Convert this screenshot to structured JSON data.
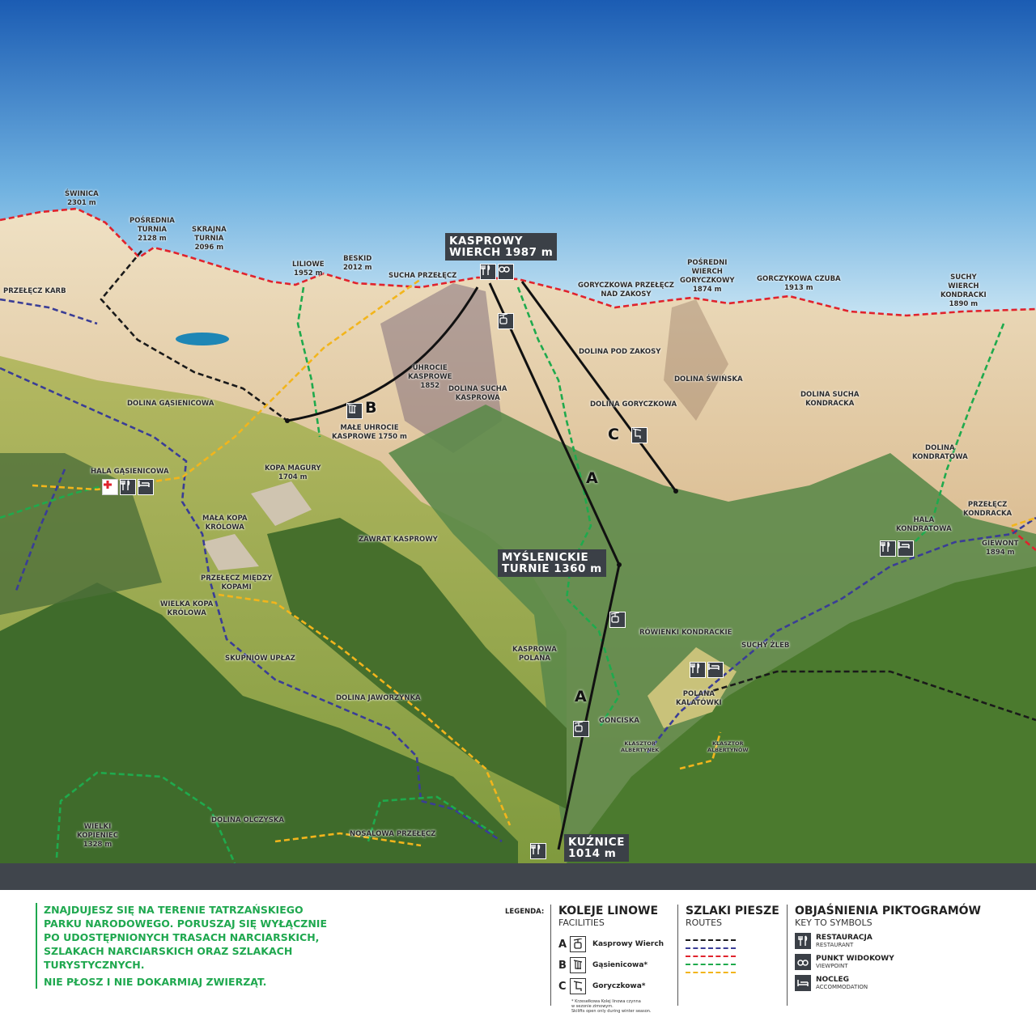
{
  "colors": {
    "sky_top": "#1b5cb3",
    "sky_bottom": "#cfe8f5",
    "rock": "#dcbc8c",
    "meadow": "#9db055",
    "forest": "#3f6b2b",
    "band": "#40454c",
    "box": "#3b4047",
    "warning_green": "#1fa84f",
    "trail_black": "#1a1a1a",
    "trail_blue": "#3a3d96",
    "trail_red": "#e0232d",
    "trail_green": "#1faa4d",
    "trail_yellow": "#f2b51c"
  },
  "map": {
    "labels": {
      "swinica": "ŚWINICA\n2301 m",
      "posrednia": "POŚREDNIA\nTURNIA\n2128 m",
      "skrajna": "SKRAJNA\nTURNIA\n2096 m",
      "liliowe": "LILIOWE\n1952 m",
      "beskid": "BESKID\n2012 m",
      "sucha_przelecz": "SUCHA PRZEŁĘCZ",
      "przelecz_karb": "PRZEŁĘCZ KARB",
      "goryczkowa_przelecz": "GORYCZKOWA PRZEŁĘCZ\nNAD ZAKOSY",
      "posredni_wierch": "POŚREDNI\nWIERCH\nGORYCZKOWY\n1874 m",
      "gorczkowa_czuba": "GORCZYKOWA CZUBA\n1913 m",
      "suchy_wierch": "SUCHY\nWIERCH\nKONDRACKI\n1890 m",
      "dolina_pod_zakosy": "DOLINA POD ZAKOSY",
      "dolina_swinska": "DOLINA ŚWIŃSKA",
      "dolina_goryczkowa": "DOLINA GORYCZKOWA",
      "dolina_sucha_kondracka": "DOLINA SUCHA\nKONDRACKA",
      "dolina_kondratowa": "DOLINA\nKONDRATOWA",
      "przelecz_kondracka": "PRZEŁĘCZ\nKONDRACKA",
      "hala_kondratowa": "HALA\nKONDRATOWA",
      "giewont": "GIEWONT\n1894 m",
      "uhrocie": "UHROCIE\nKASPROWE\n1852",
      "dolina_sucha_kasprowa": "DOLINA SUCHA\nKASPROWA",
      "male_uhrocie": "MAŁE UHROCIE\nKASPROWE 1750 m",
      "dolina_gasienicowa": "DOLINA GĄSIENICOWA",
      "hala_gasienicowa": "HALA GĄSIENICOWA",
      "kopa_magury": "KOPA MAGURY\n1704 m",
      "mala_kopa": "MAŁA KOPA\nKRÓLOWA",
      "zawrat": "ZAWRAT KASPROWY",
      "przelecz_miedzy": "PRZEŁĘCZ MIĘDZY\nKOPAMI",
      "wielka_kopa": "WIELKA KOPA\nKRÓLOWA",
      "skupniow": "SKUPNIÓW UPŁAZ",
      "rowienki": "RÓWIENKI KONDRACKIE",
      "suchy_zleb": "SUCHY ŻLEB",
      "kasprowa_polana": "KASPROWA\nPOLANA",
      "polana_kalatowki": "POLANA\nKALATÓWKI",
      "dolina_jaworzynka": "DOLINA JAWORZYNKA",
      "gonciska": "GONCISKA",
      "klasztor_albertynek": "KLASZTOR\nALBERTYNEK",
      "klasztor_albertynow": "KLASZTOR\nALBERTYNÓW",
      "dolina_olczyska": "DOLINA OLCZYSKA",
      "nosalowa": "NOSALOWA PRZEŁĘCZ",
      "wielki_kopieniec": "WIELKI\nKOPIENIEC\n1328 m"
    },
    "stations": {
      "kasprowy": "KASPROWY\nWIERCH 1987 m",
      "myslenickie": "MYŚLENICKIE\nTURNIE 1360 m",
      "kuznice": "KUŹNICE\n1014 m"
    },
    "lift_letters": {
      "a": "A",
      "b": "B",
      "c": "C"
    }
  },
  "legend": {
    "warning": [
      "ZNAJDUJESZ SIĘ NA TERENIE TATRZAŃSKIEGO PARKU NARODOWEGO. PORUSZAJ SIĘ WYŁĄCZNIE PO UDOSTĘPNIONYCH TRASACH NARCIARSKICH, SZLAKACH NARCIARSKICH ORAZ SZLAKACH TURYSTYCZNYCH.",
      "NIE PŁOSZ I NIE DOKARMIAJ ZWIERZĄT."
    ],
    "title": "LEGENDA:",
    "facilities": {
      "heading": "KOLEJE LINOWE",
      "sub": "FACILITIES",
      "items": [
        {
          "letter": "A",
          "icon": "cable-car-icon",
          "label": "Kasprowy Wierch"
        },
        {
          "letter": "B",
          "icon": "chairlift-icon",
          "label": "Gąsienicowa*"
        },
        {
          "letter": "C",
          "icon": "chairlift-icon",
          "label": "Goryczkowa*"
        }
      ],
      "note": "* Krzesełkowa Kolej linowa czynna\nw sezonie zimowym.\nSkilifts open only during winter season."
    },
    "routes": {
      "heading": "SZLAKI PIESZE",
      "sub": "ROUTES",
      "colors": [
        "#1a1a1a",
        "#3a3d96",
        "#e0232d",
        "#1faa4d",
        "#f2b51c"
      ]
    },
    "symbols": {
      "heading": "OBJAŚNIENIA PIKTOGRAMÓW",
      "sub": "KEY TO SYMBOLS",
      "items": [
        {
          "icon": "restaurant-icon",
          "label": "RESTAURACJA",
          "sub": "RESTAURANT"
        },
        {
          "icon": "binoculars-icon",
          "label": "PUNKT WIDOKOWY",
          "sub": "VIEWPOINT"
        },
        {
          "icon": "bed-icon",
          "label": "NOCLEG",
          "sub": "ACCOMMODATION"
        }
      ]
    }
  }
}
